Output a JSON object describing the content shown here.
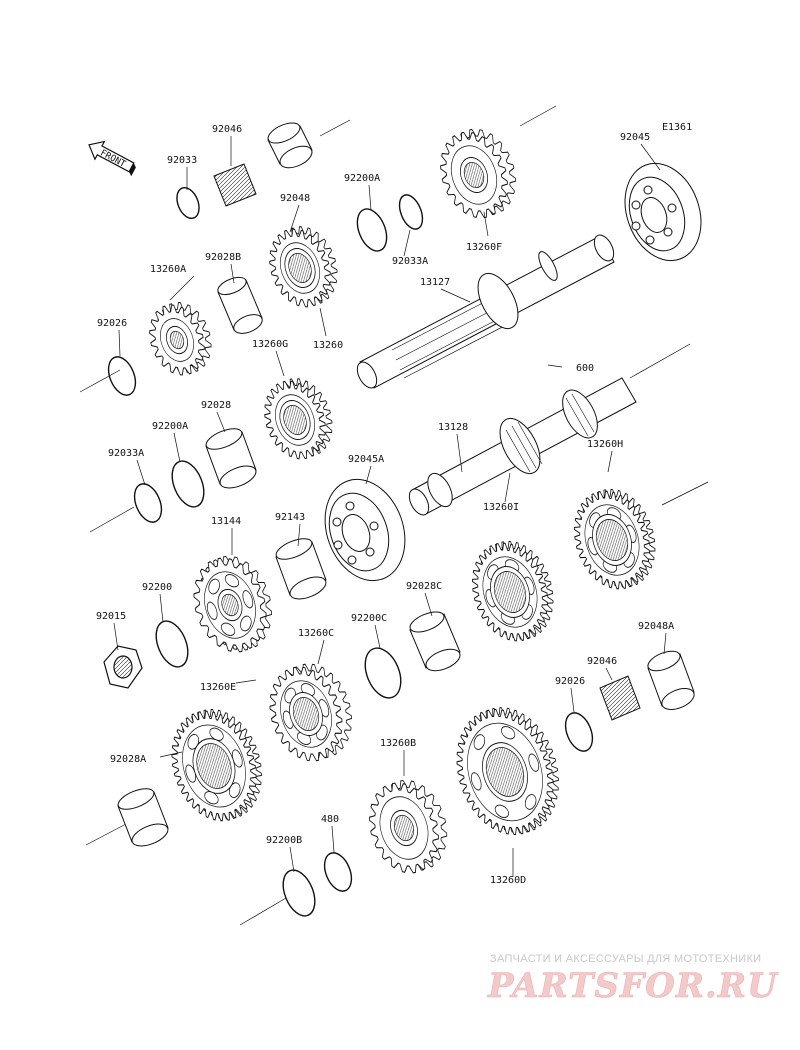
{
  "diagram": {
    "code": "E1361",
    "front_label": "FRONT",
    "parts": [
      "92046",
      "92033",
      "92048",
      "92200A",
      "92045",
      "13260F",
      "92028B",
      "13260A",
      "92033A",
      "13127",
      "92026",
      "13260",
      "13260G",
      "600",
      "92028",
      "92200A",
      "92033A",
      "13128",
      "13260H",
      "92045A",
      "13260I",
      "13144",
      "92143",
      "92200",
      "92028C",
      "92015",
      "92200C",
      "13260C",
      "92048A",
      "92046",
      "13260E",
      "92026",
      "92028A",
      "13260B",
      "480",
      "92200B",
      "13260D"
    ]
  },
  "watermark": {
    "caption": "ЗАПЧАСТИ И АКСЕССУАРЫ ДЛЯ МОТОТЕХНИКИ",
    "logo": "PARTSFOR.RU"
  }
}
